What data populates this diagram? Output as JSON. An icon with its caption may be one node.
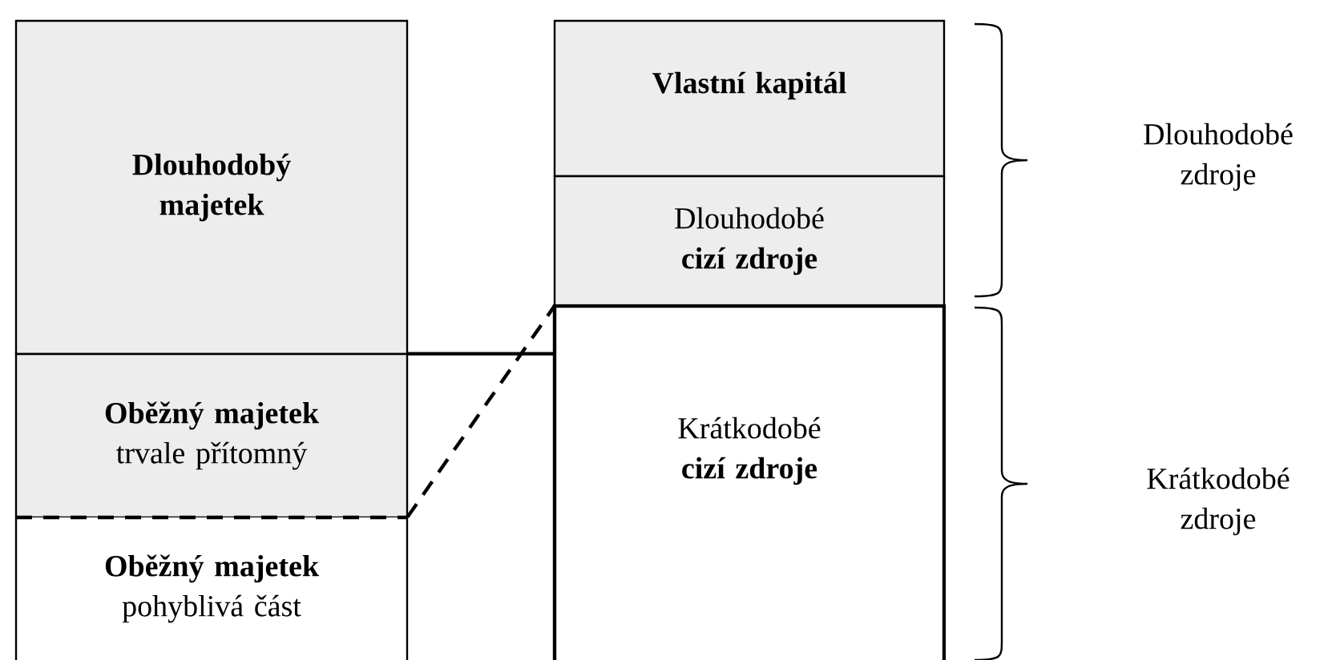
{
  "diagram": {
    "nodes": [
      {
        "text": [
          "Dlouhodobý majetek"
        ]
      },
      {
        "text": [
          "Oběžný majetek",
          "trvale přítomný"
        ]
      },
      {
        "text": [
          "Oběžný majetek",
          "pohyblivá část"
        ]
      },
      {
        "text": [
          "Vlastní kapitál"
        ]
      },
      {
        "text": [
          "Dlouhodobé **cizí zdroje**"
        ]
      },
      {
        "text": [
          "Krátkodobé **cizí zdroje**"
        ]
      }
    ],
    "edges": [
      {
        "from": 1,
        "to": 5,
        "arrow": "none"
      },
      {
        "from": 2,
        "to": 4,
        "arrow": "none",
        "style": "dashed"
      }
    ],
    "labels": [
      "Dlouhodobé zdroje",
      "Krátkodobé zdroje"
    ]
  }
}
